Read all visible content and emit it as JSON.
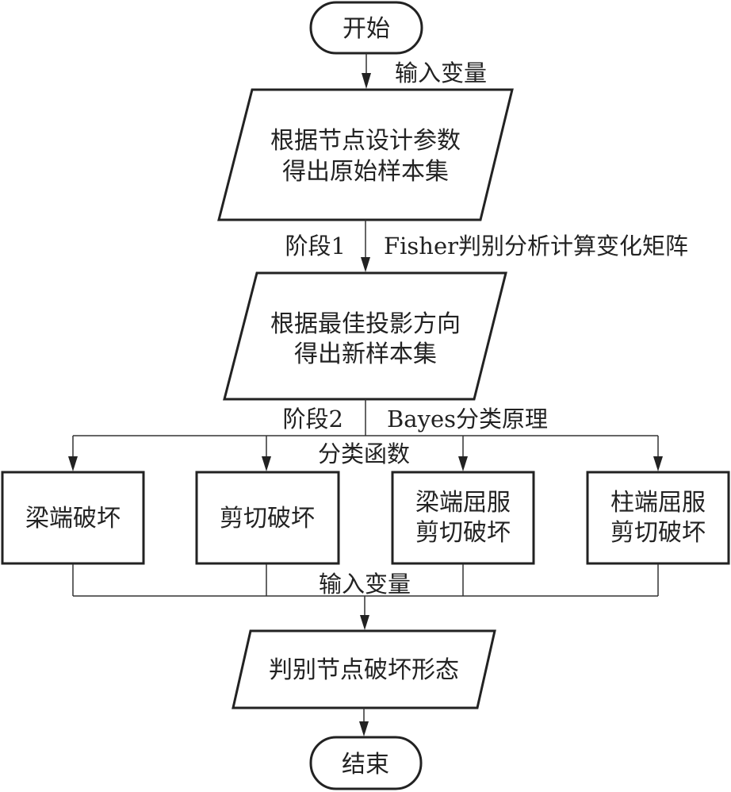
{
  "nodes": {
    "start": {
      "label": "开始"
    },
    "sample_original": {
      "lines": [
        "根据节点设计参数",
        "得出原始样本集"
      ]
    },
    "sample_new": {
      "lines": [
        "根据最佳投影方向",
        "得出新样本集"
      ]
    },
    "class_beam_end": {
      "lines": [
        "梁端破坏"
      ]
    },
    "class_shear": {
      "lines": [
        "剪切破坏"
      ]
    },
    "class_beam_yield_shear": {
      "lines": [
        "梁端屈服",
        "剪切破坏"
      ]
    },
    "class_column_yield_shear": {
      "lines": [
        "柱端屈服",
        "剪切破坏"
      ]
    },
    "judge": {
      "lines": [
        "判别节点破坏形态"
      ]
    },
    "end": {
      "label": "结束"
    }
  },
  "edge_labels": {
    "input_vars_top": "输入变量",
    "stage1": "阶段1",
    "fisher": "Fisher判别分析计算变化矩阵",
    "stage2": "阶段2",
    "bayes": "Bayes分类原理",
    "classify_fn": "分类函数",
    "input_vars_bottom": "输入变量"
  }
}
